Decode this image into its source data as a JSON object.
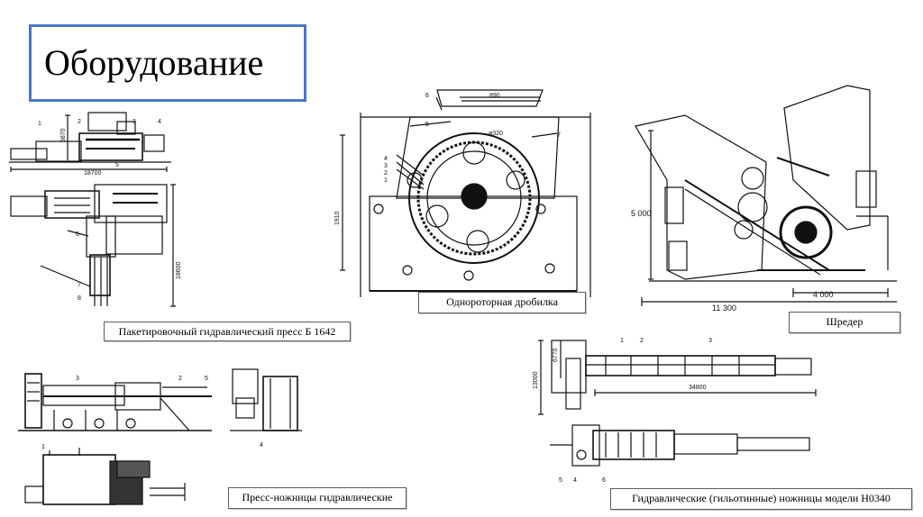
{
  "slide": {
    "title": "Оборудование",
    "captions": {
      "press": "Пакетировочный гидравлический пресс Б 1642",
      "crusher": "Однороторная дробилка",
      "shredder": "Шредер",
      "shears_hydraulic": "Пресс-ножницы гидравлические",
      "guillotine": "Гидравлические (гильотинные) ножницы модели Н0340"
    }
  },
  "drawings": {
    "press": {
      "dims": {
        "height_top": "5870",
        "length": "18700",
        "height_side": "18600"
      },
      "labels": {
        "n1": "1",
        "n2": "2",
        "n3": "3",
        "n4": "4",
        "n5": "5",
        "n6": "6",
        "n7": "7",
        "n8": "8"
      }
    },
    "crusher": {
      "dims": {
        "width": "890",
        "diameter": "ø320",
        "height": "1910"
      },
      "labels": {
        "n1": "1",
        "n2": "2",
        "n3": "3",
        "n4": "4",
        "n5": "5",
        "n6": "6",
        "n7": "7"
      }
    },
    "shredder": {
      "dims": {
        "height": "5 000",
        "length": "11 300",
        "part": "4 000"
      }
    },
    "shears_hydraulic": {
      "labels": {
        "n1": "1",
        "n2": "2",
        "n3": "3",
        "n4": "4",
        "n5": "5"
      }
    },
    "guillotine": {
      "dims": {
        "height_total": "13000",
        "height_part": "6770",
        "length": "34800"
      },
      "labels": {
        "n1": "1",
        "n2": "2",
        "n3": "3",
        "n4": "4",
        "n5": "5",
        "n6": "6"
      }
    }
  }
}
